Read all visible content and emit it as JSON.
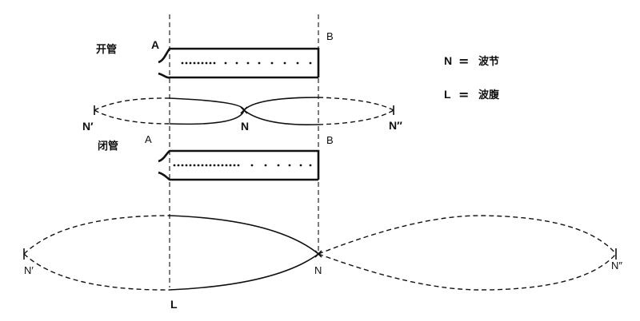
{
  "open_pipe": {
    "label": "开管",
    "end_a": "A",
    "end_b": "B"
  },
  "closed_pipe": {
    "label": "闭管",
    "end_a": "A",
    "end_b": "B"
  },
  "open_wave": {
    "left_node": "N′",
    "center_node": "N",
    "right_node": "N″"
  },
  "closed_wave": {
    "left_node": "N′",
    "center_node": "N",
    "right_node": "N″",
    "antinode": "L"
  },
  "legend": [
    {
      "symbol": "N",
      "eq": "=",
      "meaning": "波节"
    },
    {
      "symbol": "L",
      "eq": "=",
      "meaning": "波腹"
    }
  ]
}
